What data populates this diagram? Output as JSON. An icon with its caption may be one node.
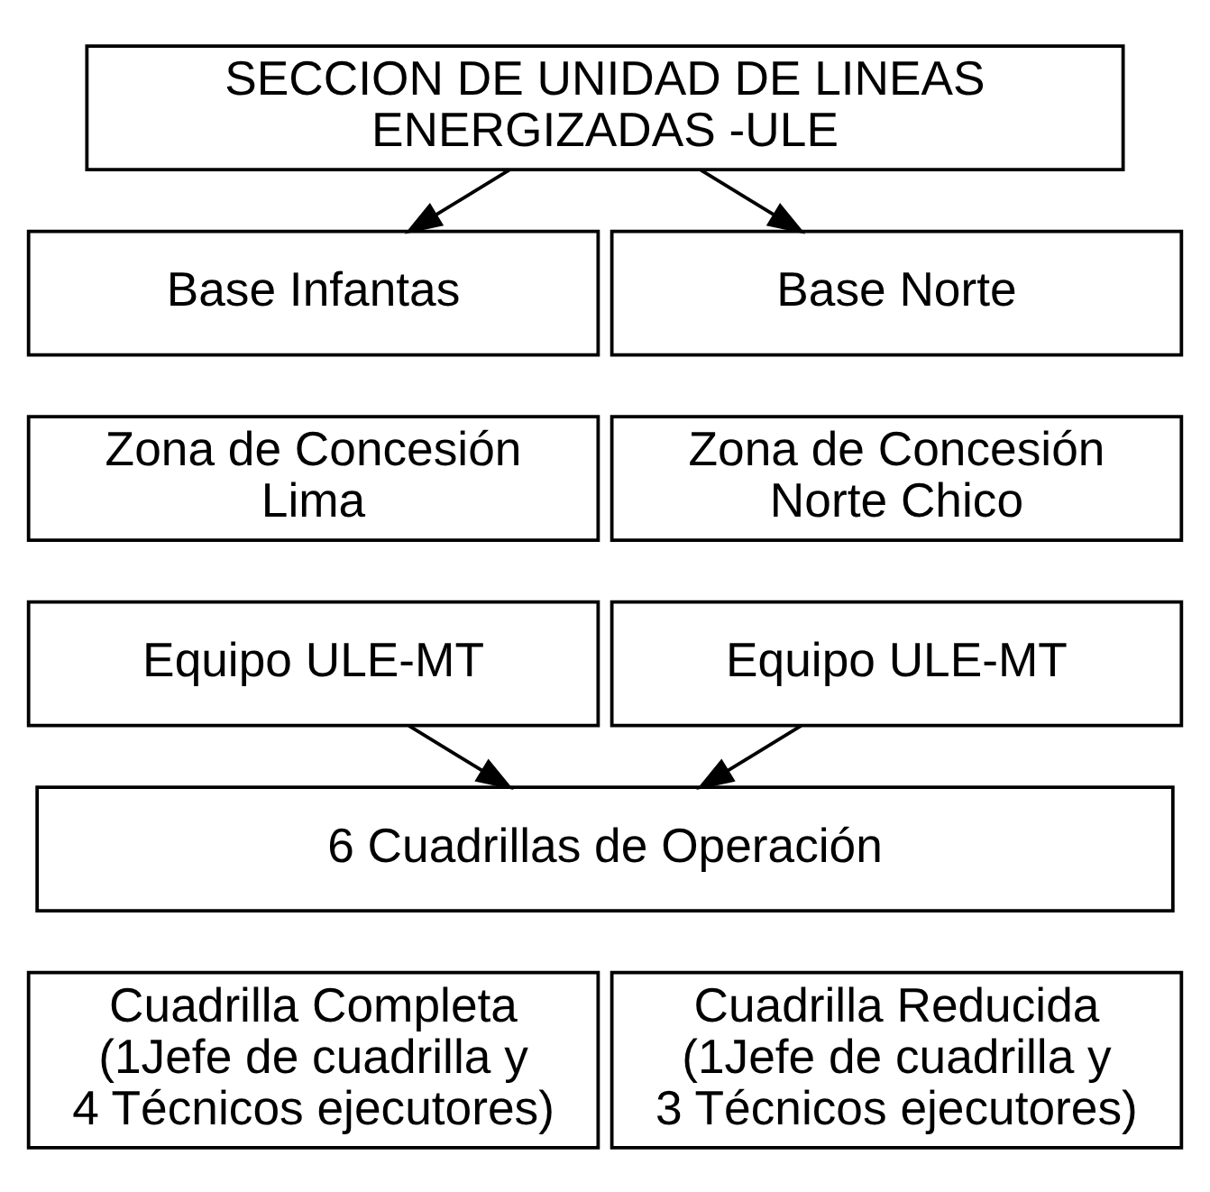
{
  "diagram": {
    "nodes": [
      {
        "text": [
          "SECCION DE UNIDAD DE LINEAS ENERGIZADAS -ULE"
        ]
      },
      {
        "text": [
          "Base Infantas"
        ]
      },
      {
        "text": [
          "Base Norte"
        ]
      },
      {
        "text": [
          "Zona de Concesión Lima"
        ]
      },
      {
        "text": [
          "Zona de Concesión Norte Chico"
        ]
      },
      {
        "text": [
          "Equipo ULE-MT"
        ]
      },
      {
        "text": [
          "Equipo ULE-MT"
        ]
      },
      {
        "text": [
          "6 Cuadrillas de Operación"
        ]
      },
      {
        "text": [
          "Cuadrilla Completa (1Jefe de cuadrilla y 4 Técnicos ejecutores)"
        ]
      },
      {
        "text": [
          "Cuadrilla Reducida (1Jefe de cuadrilla y 3 Técnicos ejecutores)"
        ]
      }
    ],
    "edges": [
      {
        "from": 0,
        "to": 1,
        "arrow": "to"
      },
      {
        "from": 0,
        "to": 2,
        "arrow": "to"
      },
      {
        "from": 5,
        "to": 7,
        "arrow": "to"
      },
      {
        "from": 6,
        "to": 7,
        "arrow": "to"
      }
    ]
  }
}
